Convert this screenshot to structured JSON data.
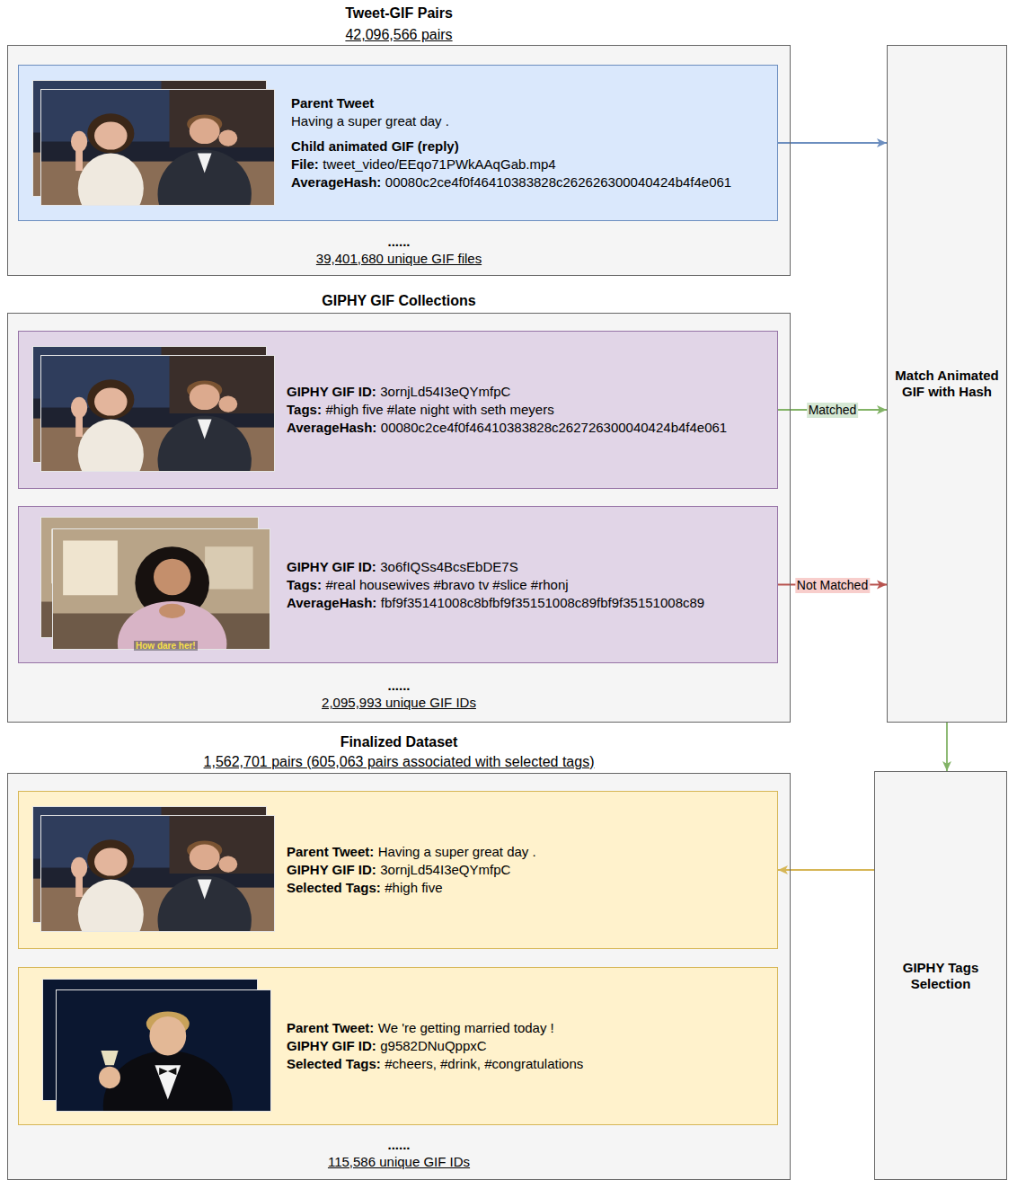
{
  "diagram": {
    "nodes": [
      {
        "text": [
          "Tweet-GIF Pairs",
          "42,096,566 pairs",
          "......",
          "39,401,680 unique GIF files"
        ]
      },
      {
        "text": [
          "Parent Tweet",
          "Having a super great day .",
          "Child animated GIF (reply)",
          "File:",
          "tweet_video/EEqo71PWkAAqGab.mp4",
          "AverageHash:",
          "00080c2ce4f0f46410383828c262626300040424b4f4e061"
        ],
        "in": 0
      },
      {
        "text": [
          "GIPHY GIF Collections",
          "......",
          "2,095,993 unique GIF IDs"
        ]
      },
      {
        "text": [
          "GIPHY GIF ID:",
          "3ornjLd54I3eQYmfpC",
          "Tags:",
          "#high five #late night with seth meyers",
          "AverageHash:",
          "00080c2ce4f0f46410383828c262726300040424b4f4e061"
        ],
        "in": 2
      },
      {
        "text": [
          "GIPHY GIF ID:",
          "3o6fIQSs4BcsEbDE7S",
          "Tags:",
          "#real housewives #bravo tv #slice #rhonj",
          "AverageHash:",
          "fbf9f35141008c8bfbf9f35151008c89fbf9f35151008c89"
        ],
        "in": 2
      },
      {
        "text": [
          "Match Animated GIF with Hash"
        ]
      },
      {
        "text": [
          "Finalized Dataset",
          "1,562,701 pairs (605,063 pairs associated with selected tags)",
          "......",
          "115,586 unique GIF IDs"
        ]
      },
      {
        "text": [
          "Parent Tweet:",
          "Having a super great day .",
          "GIPHY GIF ID:",
          "3ornjLd54I3eQYmfpC",
          "Selected Tags:",
          "#high five"
        ],
        "in": 6
      },
      {
        "text": [
          "Parent Tweet:",
          "We 're getting married today !",
          "GIPHY GIF ID:",
          "g9582DNuQppxC",
          "Selected Tags:",
          "#cheers, #drink, #congratulations"
        ],
        "in": 6
      },
      {
        "text": [
          "GIPHY Tags Selection"
        ]
      }
    ],
    "edges": [
      {
        "from": 1,
        "to": 5,
        "arrow": "to"
      },
      {
        "from": 3,
        "to": 5,
        "label": "Matched",
        "arrow": "to"
      },
      {
        "from": 4,
        "to": 5,
        "label": "Not Matched",
        "arrow": "to"
      },
      {
        "from": 5,
        "to": 9,
        "arrow": "to"
      },
      {
        "from": 9,
        "to": 7,
        "arrow": "to"
      }
    ],
    "labels": [
      "How dare her!"
    ]
  }
}
